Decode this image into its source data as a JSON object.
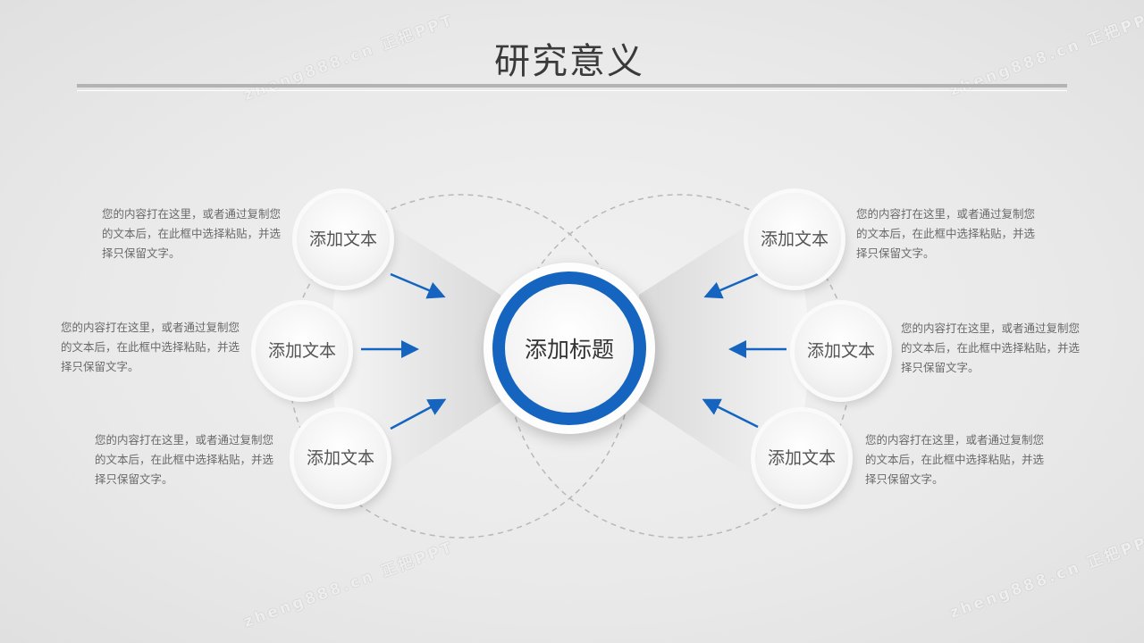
{
  "title": "研究意义",
  "center": {
    "label": "添加标题"
  },
  "nodes": [
    {
      "label": "添加文本",
      "text": "您的内容打在这里，或者通过复制您的文本后，在此框中选择粘贴，并选择只保留文字。"
    },
    {
      "label": "添加文本",
      "text": "您的内容打在这里，或者通过复制您的文本后，在此框中选择粘贴，并选择只保留文字。"
    },
    {
      "label": "添加文本",
      "text": "您的内容打在这里，或者通过复制您的文本后，在此框中选择粘贴，并选择只保留文字。"
    },
    {
      "label": "添加文本",
      "text": "您的内容打在这里，或者通过复制您的文本后，在此框中选择粘贴，并选择只保留文字。"
    },
    {
      "label": "添加文本",
      "text": "您的内容打在这里，或者通过复制您的文本后，在此框中选择粘贴，并选择只保留文字。"
    },
    {
      "label": "添加文本",
      "text": "您的内容打在这里，或者通过复制您的文本后，在此框中选择粘贴，并选择只保留文字。"
    }
  ],
  "watermark": "zheng888.cn 正把PPT",
  "colors": {
    "accent": "#1565c0",
    "text": "#666666"
  }
}
